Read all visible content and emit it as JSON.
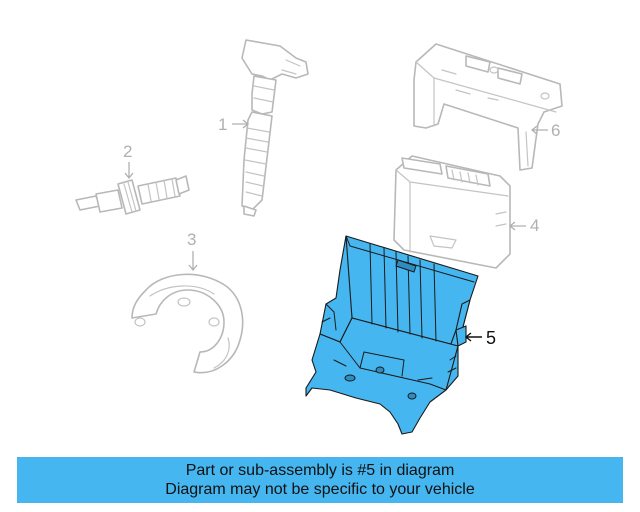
{
  "callouts": {
    "c1": "1",
    "c2": "2",
    "c3": "3",
    "c4": "4",
    "c5": "5",
    "c6": "6"
  },
  "highlight_color": "#45b6ef",
  "banner": {
    "line1": "Part or sub-assembly is #5 in diagram",
    "line2": "Diagram may not be specific to your vehicle"
  }
}
